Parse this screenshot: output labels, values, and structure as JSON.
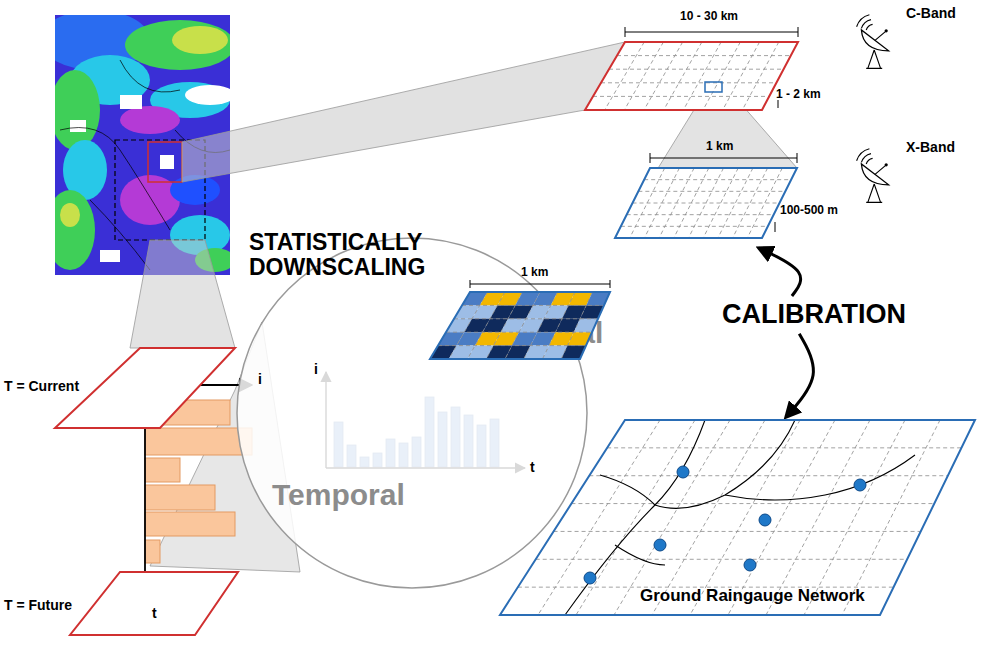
{
  "diagram": {
    "nodes": [
      {
        "text": [
          "10 - 30 km",
          "1 - 2 km"
        ]
      },
      {
        "text": [
          "1 km",
          "100-500 m"
        ]
      },
      {
        "text": [
          "STATISTICALLY DOWNSCALING",
          "Spatial",
          "Temporal"
        ]
      },
      {
        "text": [
          "1 km"
        ],
        "in": 2
      },
      {
        "text": [
          "CALIBRATION"
        ]
      },
      {
        "text": [
          "Ground Raingauge Network"
        ]
      },
      {
        "text": [
          "T = Current"
        ]
      },
      {
        "text": [
          "T = Future"
        ]
      }
    ],
    "edges": [
      {
        "from": 4,
        "to": 1,
        "arrow": "to"
      },
      {
        "from": 4,
        "to": 5,
        "arrow": "to"
      }
    ],
    "labels": [
      "C-Band",
      "X-Band",
      "i",
      "t",
      "i",
      "t"
    ]
  }
}
